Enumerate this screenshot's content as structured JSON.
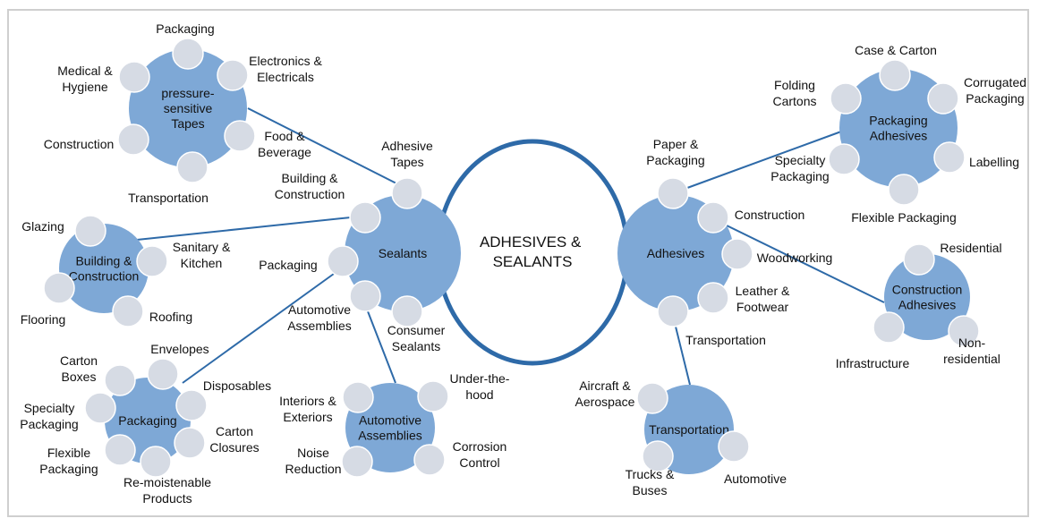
{
  "title": [
    "ADHESIVES &",
    "SEALANTS"
  ],
  "colors": {
    "hub": "#7ea8d6",
    "satellite": "#d6dbe4",
    "line": "#2e6aa8",
    "text": "#111111",
    "frame": "#cfcfcf"
  },
  "hubs": [
    {
      "id": "sealants",
      "label": [
        "Sealants"
      ],
      "branches": [
        {
          "label": [
            "Adhesive",
            "Tapes"
          ],
          "links_to": "pressure-sensitive-tapes"
        },
        {
          "label": [
            "Building &",
            "Construction"
          ],
          "links_to": "building-construction"
        },
        {
          "label": [
            "Packaging"
          ],
          "links_to": "packaging"
        },
        {
          "label": [
            "Automotive",
            "Assemblies"
          ],
          "links_to": "automotive-assemblies"
        },
        {
          "label": [
            "Consumer",
            "Sealants"
          ]
        }
      ]
    },
    {
      "id": "adhesives",
      "label": [
        "Adhesives"
      ],
      "branches": [
        {
          "label": [
            "Paper &",
            "Packaging"
          ],
          "links_to": "packaging-adhesives"
        },
        {
          "label": [
            "Construction"
          ],
          "links_to": "construction-adhesives"
        },
        {
          "label": [
            "Woodworking"
          ]
        },
        {
          "label": [
            "Leather &",
            "Footwear"
          ]
        },
        {
          "label": [
            "Transportation"
          ],
          "links_to": "transportation"
        }
      ]
    },
    {
      "id": "pressure-sensitive-tapes",
      "label": [
        "pressure-",
        "sensitive",
        "Tapes"
      ],
      "branches": [
        {
          "label": [
            "Packaging"
          ]
        },
        {
          "label": [
            "Electronics &",
            "Electricals"
          ]
        },
        {
          "label": [
            "Food &",
            "Beverage"
          ]
        },
        {
          "label": [
            "Transportation"
          ]
        },
        {
          "label": [
            "Construction"
          ]
        },
        {
          "label": [
            "Medical &",
            "Hygiene"
          ]
        }
      ]
    },
    {
      "id": "building-construction",
      "label": [
        "Building &",
        "Construction"
      ],
      "branches": [
        {
          "label": [
            "Glazing"
          ]
        },
        {
          "label": [
            "Sanitary &",
            "Kitchen"
          ]
        },
        {
          "label": [
            "Roofing"
          ]
        },
        {
          "label": [
            "Flooring"
          ]
        }
      ]
    },
    {
      "id": "packaging",
      "label": [
        "Packaging"
      ],
      "branches": [
        {
          "label": [
            "Envelopes"
          ]
        },
        {
          "label": [
            "Disposables"
          ]
        },
        {
          "label": [
            "Carton",
            "Closures"
          ]
        },
        {
          "label": [
            "Re-moistenable",
            "Products"
          ]
        },
        {
          "label": [
            "Flexible",
            "Packaging"
          ]
        },
        {
          "label": [
            "Specialty",
            "Packaging"
          ]
        },
        {
          "label": [
            "Carton",
            "Boxes"
          ]
        }
      ]
    },
    {
      "id": "automotive-assemblies",
      "label": [
        "Automotive",
        "Assemblies"
      ],
      "branches": [
        {
          "label": [
            "Interiors &",
            "Exteriors"
          ]
        },
        {
          "label": [
            "Under-the-",
            "hood"
          ]
        },
        {
          "label": [
            "Corrosion",
            "Control"
          ]
        },
        {
          "label": [
            "Noise",
            "Reduction"
          ]
        }
      ]
    },
    {
      "id": "packaging-adhesives",
      "label": [
        "Packaging",
        "Adhesives"
      ],
      "branches": [
        {
          "label": [
            "Case & Carton"
          ]
        },
        {
          "label": [
            "Corrugated",
            "Packaging"
          ]
        },
        {
          "label": [
            "Labelling"
          ]
        },
        {
          "label": [
            "Flexible Packaging"
          ]
        },
        {
          "label": [
            "Specialty",
            "Packaging"
          ]
        },
        {
          "label": [
            "Folding",
            "Cartons"
          ]
        }
      ]
    },
    {
      "id": "construction-adhesives",
      "label": [
        "Construction",
        "Adhesives"
      ],
      "branches": [
        {
          "label": [
            "Residential"
          ]
        },
        {
          "label": [
            "Non-",
            "residential"
          ]
        },
        {
          "label": [
            "Infrastructure"
          ]
        }
      ]
    },
    {
      "id": "transportation",
      "label": [
        "Transportation"
      ],
      "branches": [
        {
          "label": [
            "Aircraft &",
            "Aerospace"
          ]
        },
        {
          "label": [
            "Automotive"
          ]
        },
        {
          "label": [
            "Trucks &",
            "Buses"
          ]
        }
      ]
    }
  ]
}
